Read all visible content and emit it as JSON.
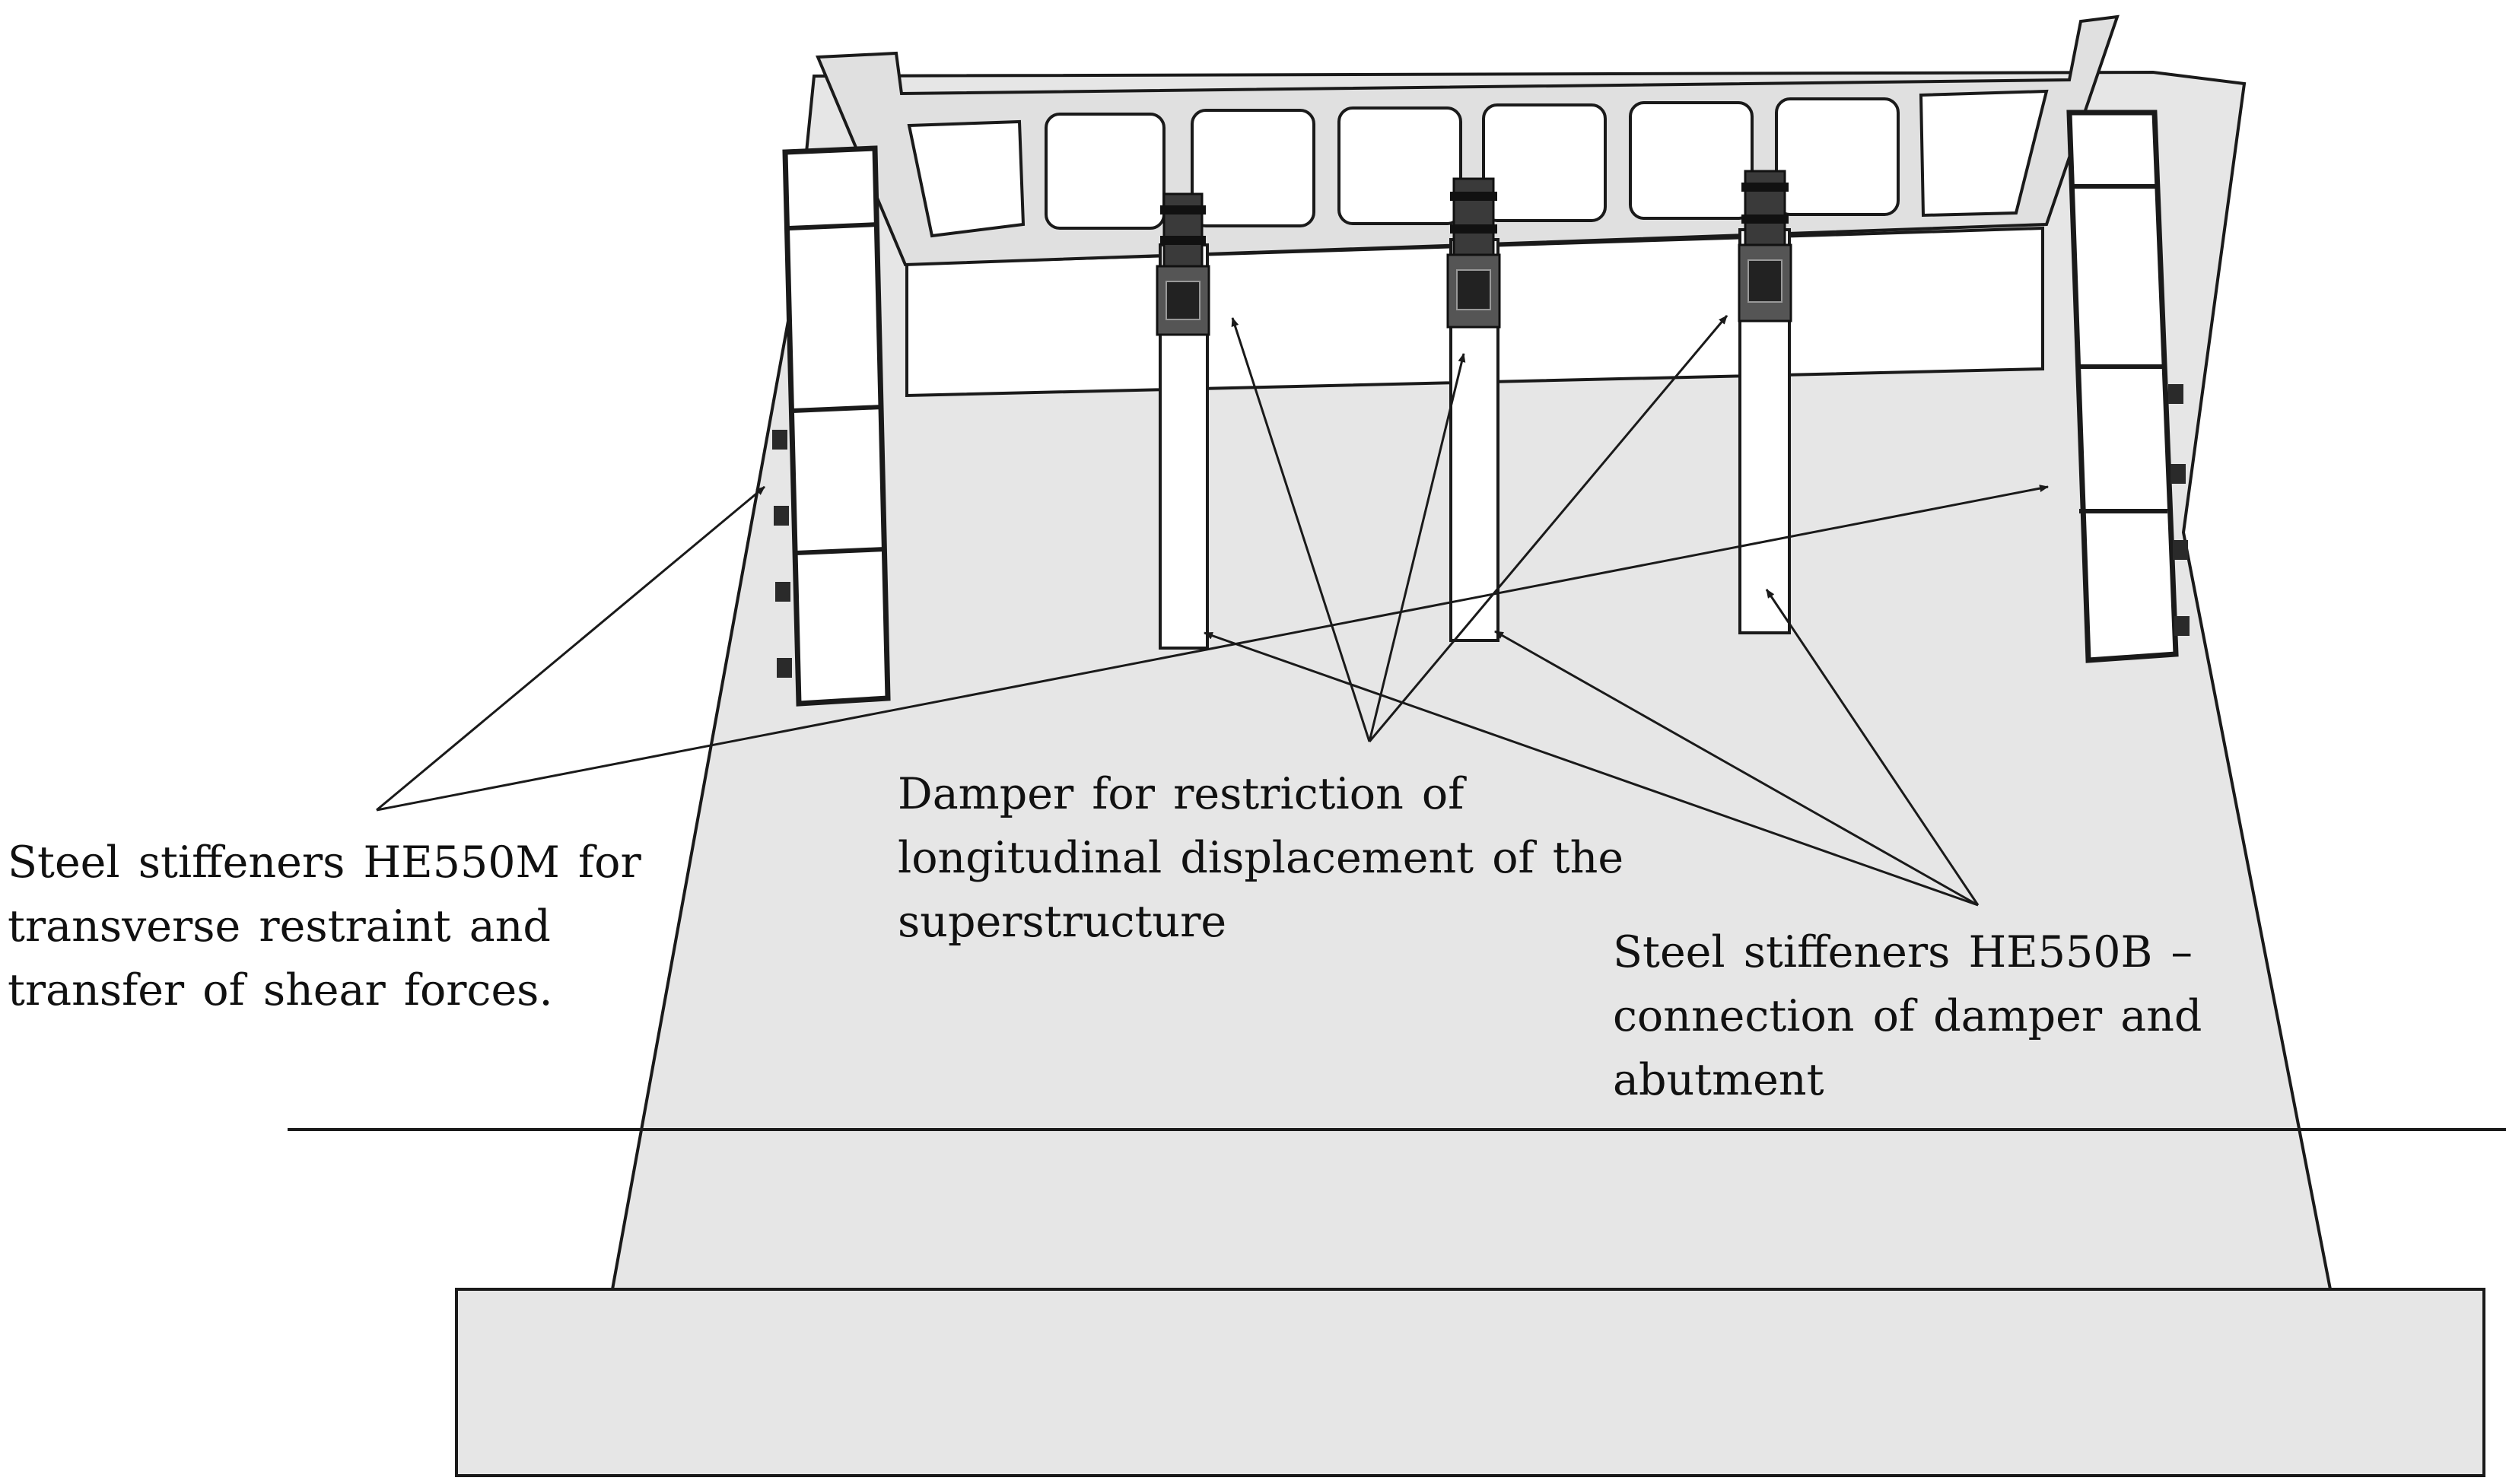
{
  "colors": {
    "outline": "#1a1a1a",
    "abutment_fill": "#e6e6e6",
    "deck_fill": "#e0e0e0",
    "background": "#ffffff",
    "damper_dark": "#3a3a3a"
  },
  "labels": {
    "he550m": {
      "line1": "Steel stiffeners HE550M for",
      "line2": "transverse restraint and",
      "line3": "transfer of shear forces."
    },
    "damper": {
      "line1": "Damper for restriction of",
      "line2": "longitudinal displacement of the",
      "line3": "superstructure"
    },
    "he550b": {
      "line1": "Steel stiffeners HE550B –",
      "line2": "connection of damper and",
      "line3": "abutment"
    }
  }
}
